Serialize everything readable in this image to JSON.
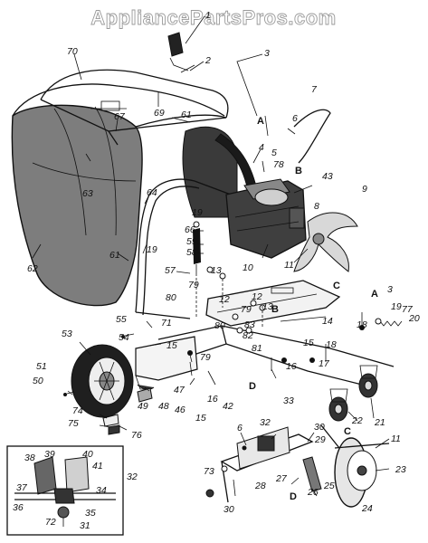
{
  "watermark": "AppliancePartsPros.com",
  "callouts": [
    {
      "id": "c1",
      "text": "1"
    },
    {
      "id": "c2",
      "text": "2"
    },
    {
      "id": "c3",
      "text": "3"
    },
    {
      "id": "c70",
      "text": "70"
    },
    {
      "id": "c7",
      "text": "7"
    },
    {
      "id": "c67",
      "text": "67"
    },
    {
      "id": "c69",
      "text": "69"
    },
    {
      "id": "c61a",
      "text": "61"
    },
    {
      "id": "cA1",
      "text": "A"
    },
    {
      "id": "c6a",
      "text": "6"
    },
    {
      "id": "c4",
      "text": "4"
    },
    {
      "id": "c5",
      "text": "5"
    },
    {
      "id": "c78",
      "text": "78"
    },
    {
      "id": "cB1",
      "text": "B"
    },
    {
      "id": "c43",
      "text": "43"
    },
    {
      "id": "c9",
      "text": "9"
    },
    {
      "id": "c63",
      "text": "63"
    },
    {
      "id": "c64",
      "text": "64"
    },
    {
      "id": "c8",
      "text": "8"
    },
    {
      "id": "c19a",
      "text": "19"
    },
    {
      "id": "c66",
      "text": "66"
    },
    {
      "id": "c59",
      "text": "59"
    },
    {
      "id": "c58",
      "text": "58"
    },
    {
      "id": "c10",
      "text": "10"
    },
    {
      "id": "c11a",
      "text": "11"
    },
    {
      "id": "c61b",
      "text": "61"
    },
    {
      "id": "c19b",
      "text": "19"
    },
    {
      "id": "c62",
      "text": "62"
    },
    {
      "id": "c57",
      "text": "57"
    },
    {
      "id": "c13a",
      "text": "13"
    },
    {
      "id": "cC1",
      "text": "C"
    },
    {
      "id": "cA2",
      "text": "A"
    },
    {
      "id": "c3b",
      "text": "3"
    },
    {
      "id": "c79a",
      "text": "79"
    },
    {
      "id": "c12a",
      "text": "12"
    },
    {
      "id": "c13b",
      "text": "13"
    },
    {
      "id": "c19c",
      "text": "19"
    },
    {
      "id": "c77",
      "text": "77"
    },
    {
      "id": "c20",
      "text": "20"
    },
    {
      "id": "c80a",
      "text": "80"
    },
    {
      "id": "c79b",
      "text": "79"
    },
    {
      "id": "c12b",
      "text": "12"
    },
    {
      "id": "cB2",
      "text": "B"
    },
    {
      "id": "c55",
      "text": "55"
    },
    {
      "id": "c71",
      "text": "71"
    },
    {
      "id": "c80b",
      "text": "80"
    },
    {
      "id": "c83",
      "text": "83"
    },
    {
      "id": "c14",
      "text": "14"
    },
    {
      "id": "c18a",
      "text": "18"
    },
    {
      "id": "c53",
      "text": "53"
    },
    {
      "id": "c54",
      "text": "54"
    },
    {
      "id": "c82",
      "text": "82"
    },
    {
      "id": "c15a",
      "text": "15"
    },
    {
      "id": "c18b",
      "text": "18"
    },
    {
      "id": "c81",
      "text": "81"
    },
    {
      "id": "c15b",
      "text": "15"
    },
    {
      "id": "c79c",
      "text": "79"
    },
    {
      "id": "c16a",
      "text": "16"
    },
    {
      "id": "c17",
      "text": "17"
    },
    {
      "id": "c51",
      "text": "51"
    },
    {
      "id": "c50",
      "text": "50"
    },
    {
      "id": "cD1",
      "text": "D"
    },
    {
      "id": "c47",
      "text": "47"
    },
    {
      "id": "c49",
      "text": "49"
    },
    {
      "id": "c48",
      "text": "48"
    },
    {
      "id": "c46",
      "text": "46"
    },
    {
      "id": "c16b",
      "text": "16"
    },
    {
      "id": "c42",
      "text": "42"
    },
    {
      "id": "c33",
      "text": "33"
    },
    {
      "id": "c15c",
      "text": "15"
    },
    {
      "id": "c22",
      "text": "22"
    },
    {
      "id": "c21",
      "text": "21"
    },
    {
      "id": "c74",
      "text": "74"
    },
    {
      "id": "c75",
      "text": "75"
    },
    {
      "id": "c76",
      "text": "76"
    },
    {
      "id": "c6b",
      "text": "6"
    },
    {
      "id": "c32a",
      "text": "32"
    },
    {
      "id": "c30a",
      "text": "30"
    },
    {
      "id": "c29",
      "text": "29"
    },
    {
      "id": "cC2",
      "text": "C"
    },
    {
      "id": "c11b",
      "text": "11"
    },
    {
      "id": "c38",
      "text": "38"
    },
    {
      "id": "c39",
      "text": "39"
    },
    {
      "id": "c40",
      "text": "40"
    },
    {
      "id": "c41",
      "text": "41"
    },
    {
      "id": "c32b",
      "text": "32"
    },
    {
      "id": "c37",
      "text": "37"
    },
    {
      "id": "c34",
      "text": "34"
    },
    {
      "id": "c36",
      "text": "36"
    },
    {
      "id": "c35",
      "text": "35"
    },
    {
      "id": "c72",
      "text": "72"
    },
    {
      "id": "c31",
      "text": "31"
    },
    {
      "id": "c73",
      "text": "73"
    },
    {
      "id": "c28",
      "text": "28"
    },
    {
      "id": "c27",
      "text": "27"
    },
    {
      "id": "c26",
      "text": "26"
    },
    {
      "id": "c25",
      "text": "25"
    },
    {
      "id": "cD2",
      "text": "D"
    },
    {
      "id": "c23",
      "text": "23"
    },
    {
      "id": "c24",
      "text": "24"
    },
    {
      "id": "c30b",
      "text": "30"
    }
  ]
}
